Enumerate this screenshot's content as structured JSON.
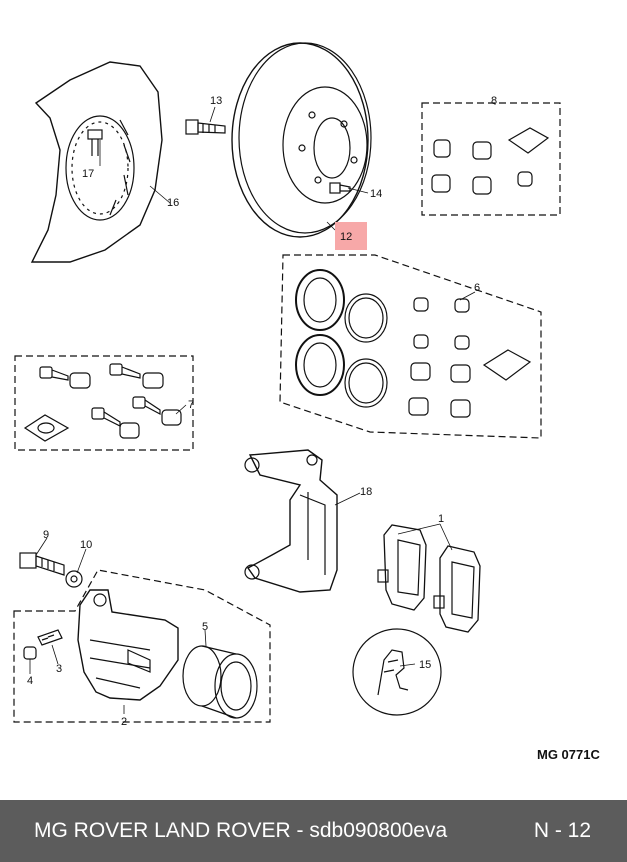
{
  "diagram": {
    "callouts": {
      "c1": "1",
      "c2": "2",
      "c3": "3",
      "c4": "4",
      "c5": "5",
      "c6": "6",
      "c7": "7",
      "c8": "8",
      "c9": "9",
      "c10": "10",
      "c12": "12",
      "c13": "13",
      "c14": "14",
      "c15": "15",
      "c16": "16",
      "c17": "17",
      "c18": "18"
    },
    "highlight_color": "#f7a8a8",
    "reference_code": "MG 0771C"
  },
  "footer": {
    "title": "MG ROVER LAND ROVER - sdb090800eva",
    "page": "N - 12",
    "background": "#5c5c5c"
  }
}
